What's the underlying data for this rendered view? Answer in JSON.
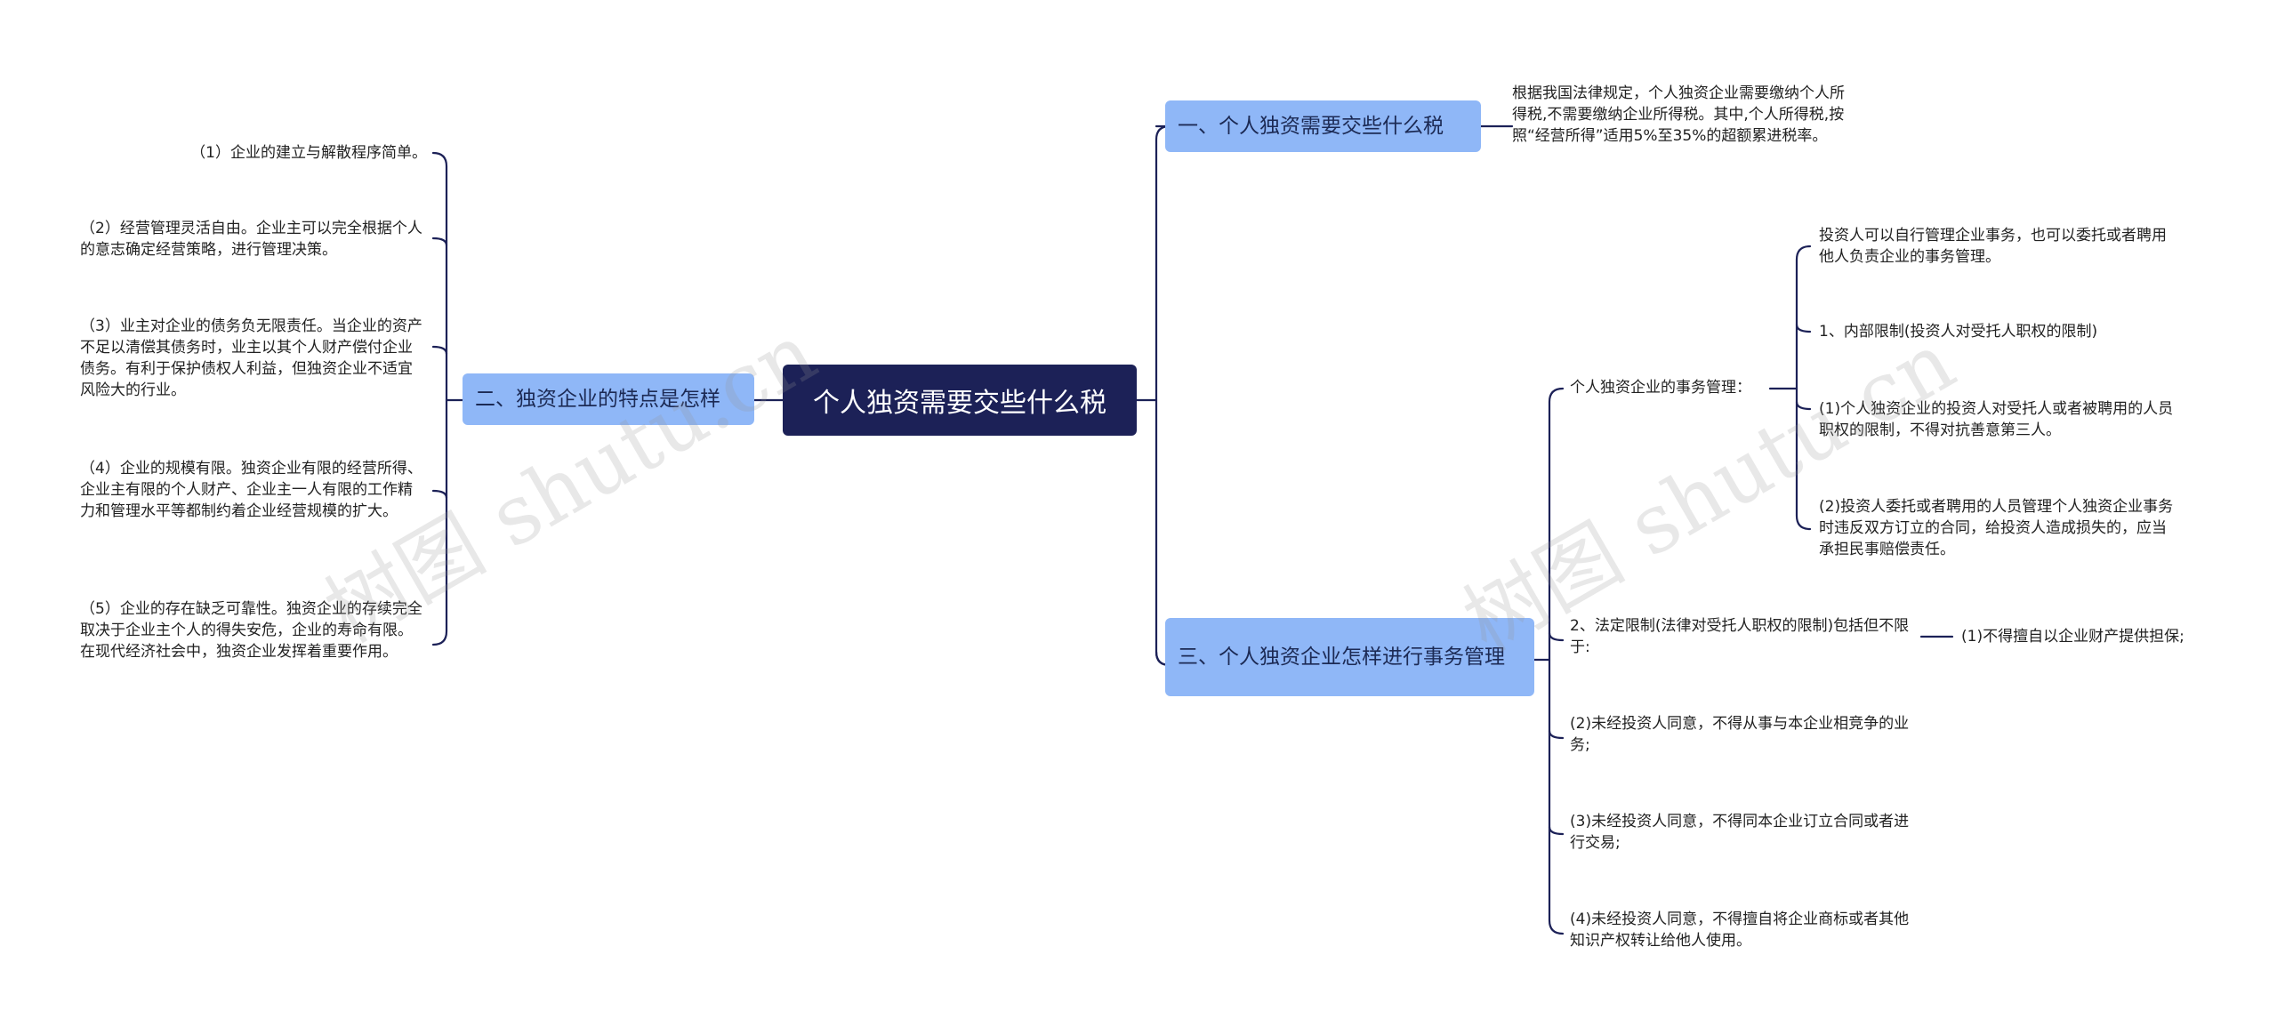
{
  "root": {
    "label": "个人独资需要交些什么税"
  },
  "branches": {
    "b1": {
      "label": "一、个人独资需要交些什么税"
    },
    "b2": {
      "label": "二、独资企业的特点是怎样"
    },
    "b3": {
      "label": "三、个人独资企业怎样进行事务管理"
    }
  },
  "leaves": {
    "b1_text": "根据我国法律规定，个人独资企业需要缴纳个人所得税,不需要缴纳企业所得税。其中,个人所得税,按照“经营所得”适用5%至35%的超额累进税率。",
    "b2_items": [
      "（1）企业的建立与解散程序简单。",
      "（2）经营管理灵活自由。企业主可以完全根据个人的意志确定经营策略，进行管理决策。",
      "（3）业主对企业的债务负无限责任。当企业的资产不足以清偿其债务时，业主以其个人财产偿付企业债务。有利于保护债权人利益，但独资企业不适宜风险大的行业。",
      "（4）企业的规模有限。独资企业有限的经营所得、企业主有限的个人财产、企业主一人有限的工作精力和管理水平等都制约着企业经营规模的扩大。",
      "（5）企业的存在缺乏可靠性。独资企业的存续完全取决于企业主个人的得失安危，企业的寿命有限。在现代经济社会中，独资企业发挥着重要作用。"
    ],
    "b3_sub1": "个人独资企业的事务管理：",
    "b3_sub1_items": [
      "投资人可以自行管理企业事务，也可以委托或者聘用他人负责企业的事务管理。",
      "1、内部限制(投资人对受托人职权的限制)",
      "(1)个人独资企业的投资人对受托人或者被聘用的人员职权的限制，不得对抗善意第三人。",
      "(2)投资人委托或者聘用的人员管理个人独资企业事务时违反双方订立的合同，给投资人造成损失的，应当承担民事赔偿责任。"
    ],
    "b3_sub2": "2、法定限制(法律对受托人职权的限制)包括但不限于:",
    "b3_sub2_child": "(1)不得擅自以企业财产提供担保;",
    "b3_items": [
      "(2)未经投资人同意，不得从事与本企业相竞争的业务;",
      "(3)未经投资人同意，不得同本企业订立合同或者进行交易;",
      "(4)未经投资人同意，不得擅自将企业商标或者其他知识产权转让给他人使用。"
    ]
  },
  "watermarks": [
    "树图 shutu.cn",
    "树图 shutu.cn"
  ],
  "colors": {
    "root_bg": "#1c2157",
    "branch_bg": "#8fb7f7",
    "line": "#1c2157",
    "text": "#222222"
  }
}
